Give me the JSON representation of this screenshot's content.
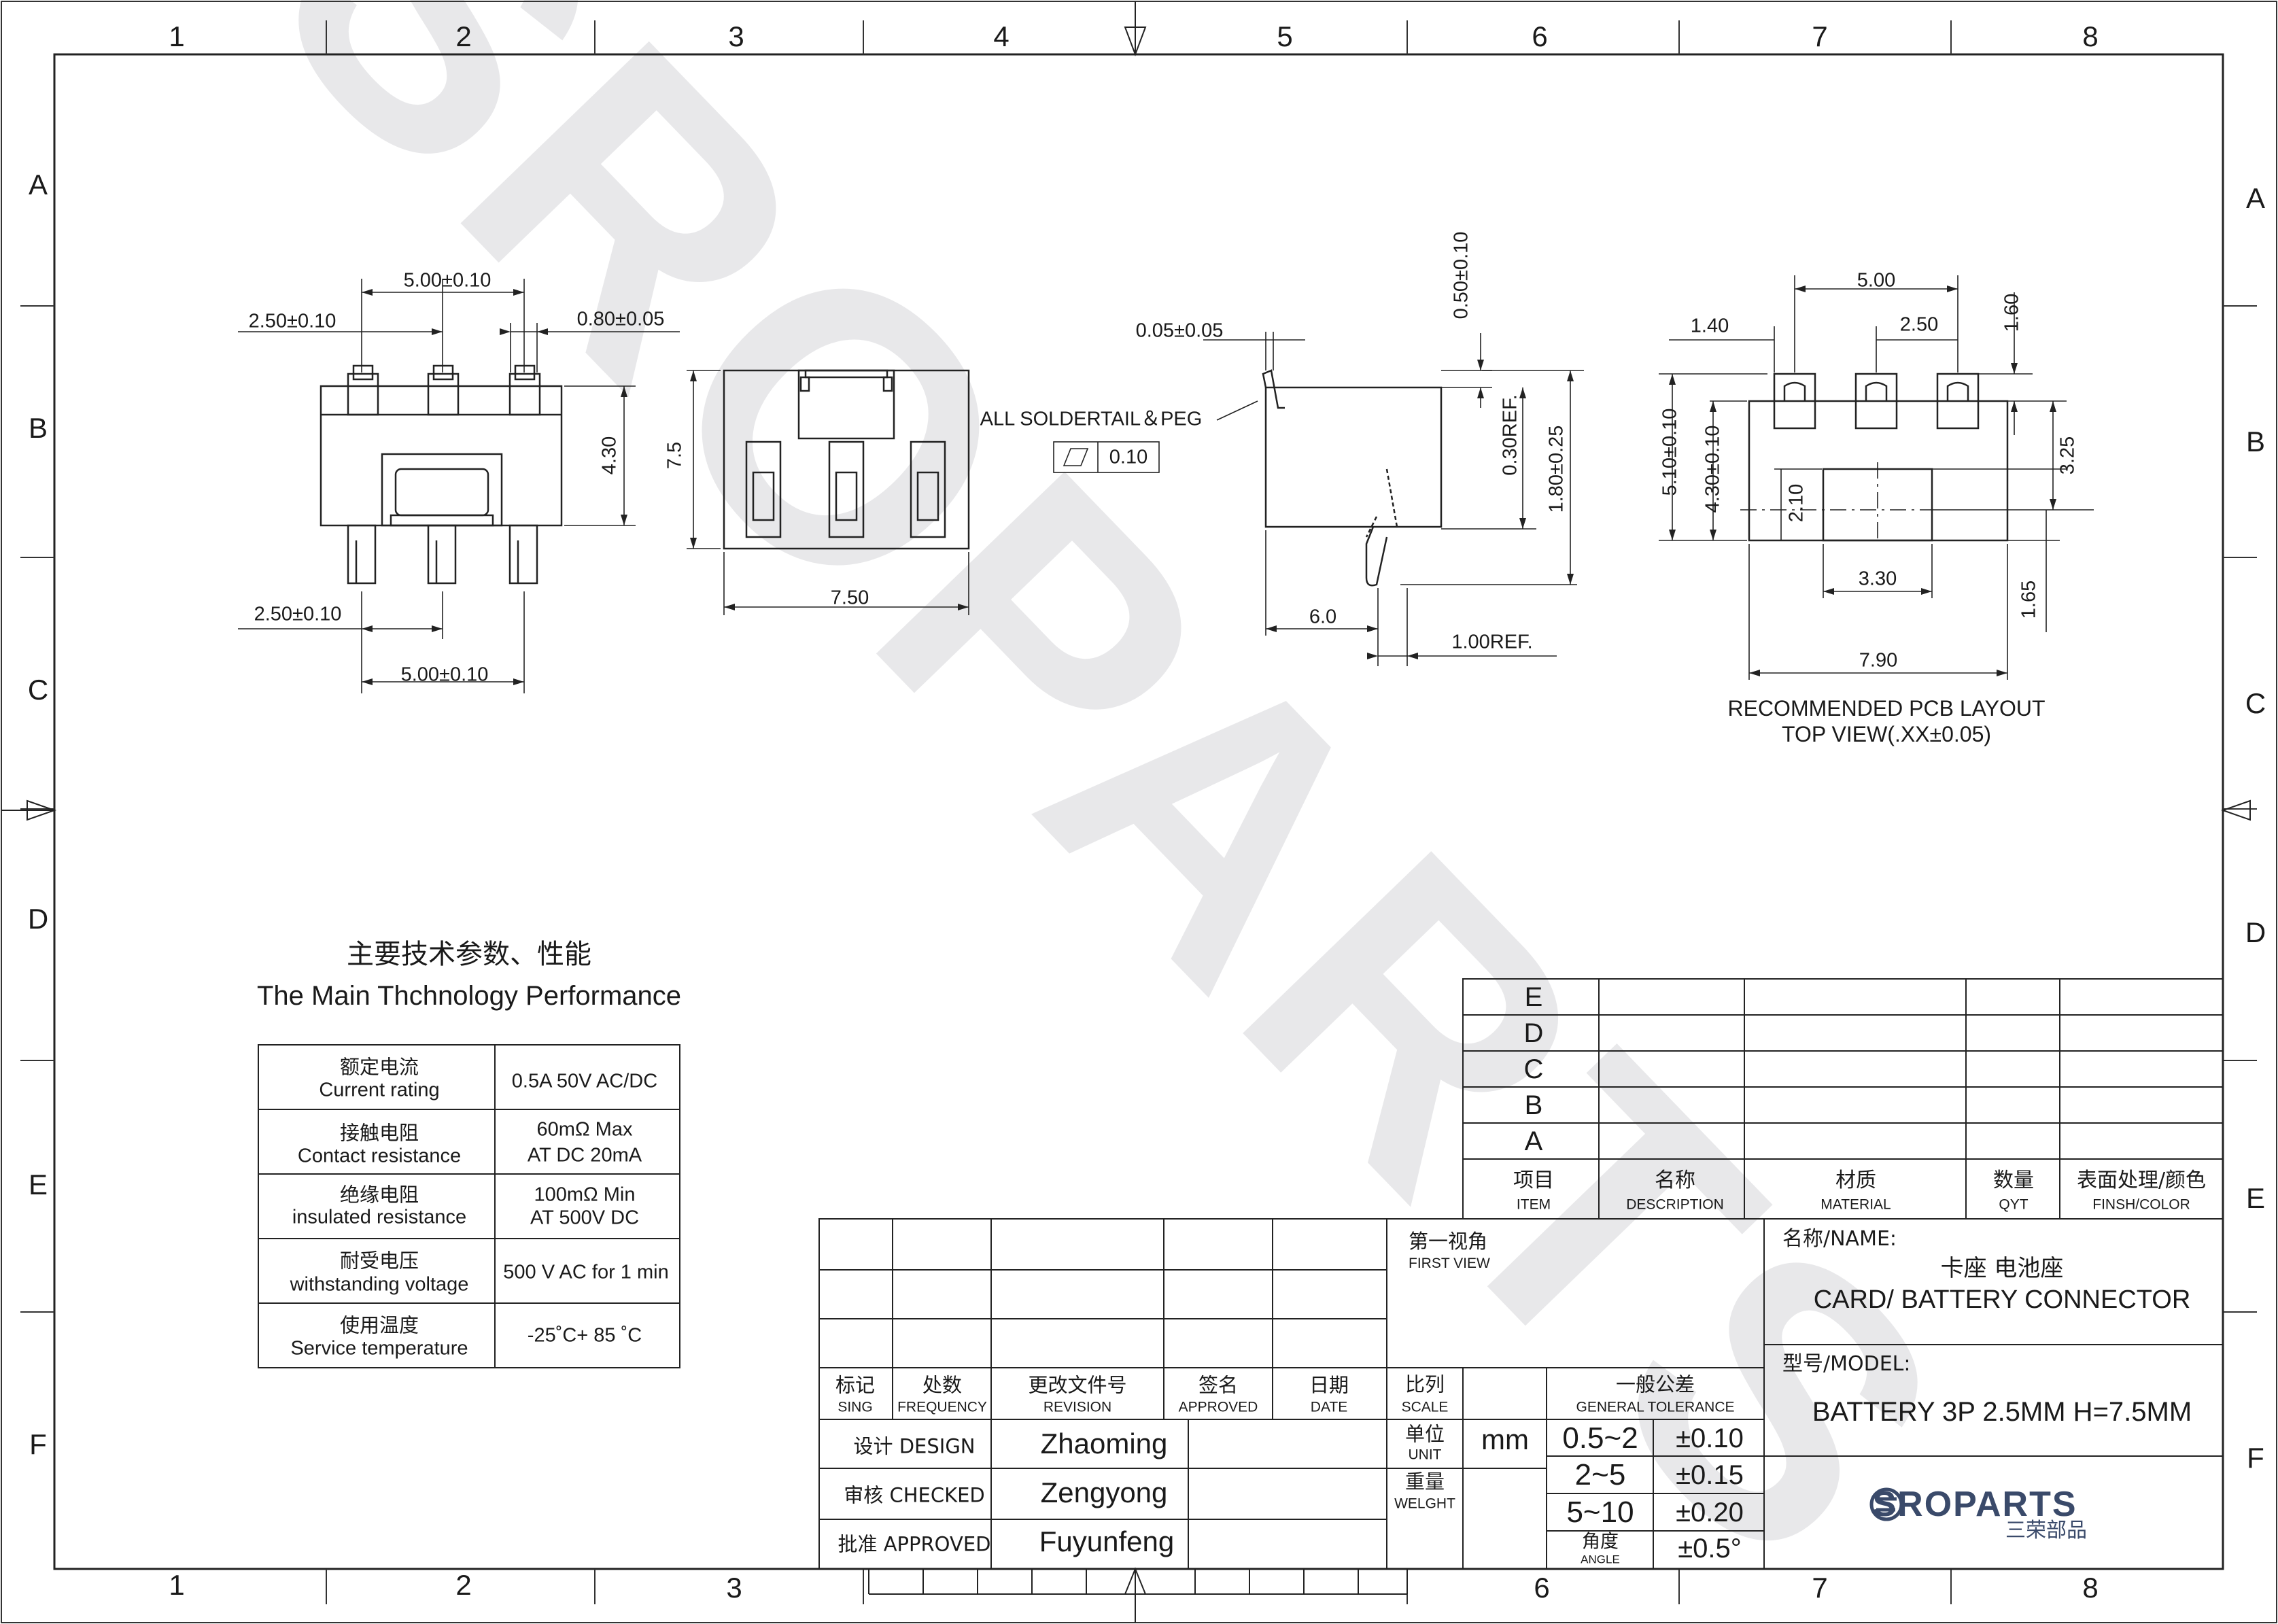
{
  "zones": {
    "columns": [
      "1",
      "2",
      "3",
      "4",
      "5",
      "6",
      "7",
      "8"
    ],
    "rows": [
      "A",
      "B",
      "C",
      "D",
      "E",
      "F"
    ]
  },
  "dimensions": {
    "front_view": {
      "pitch_top": "5.00±0.10",
      "pin_offset_top": "2.50±0.10",
      "pin_width": "0.80±0.05",
      "height": "4.30",
      "pin_offset_bottom": "2.50±0.10",
      "pitch_bottom": "5.00±0.10"
    },
    "second_view": {
      "height": "7.5",
      "width": "7.50"
    },
    "side_view": {
      "tail": "0.05±0.05",
      "soldertail_note": "ALL SOLDERTAIL＆PEG",
      "flatness_symbol": "▱",
      "flatness_value": "0.10",
      "top": "0.50±0.10",
      "ref1": "0.30REF.",
      "overall": "1.80±0.25",
      "body": "6.0",
      "ref2": "1.00REF."
    },
    "pcb_layout": {
      "pitch": "5.00",
      "edge": "1.40",
      "pitch_half": "2.50",
      "pad_h": "1.60",
      "outer_h": "5.10±0.10",
      "inner_h": "4.30±0.10",
      "pad_gap": "3.25",
      "slot_h": "2.10",
      "slot_w": "3.30",
      "bottom": "1.65",
      "width": "7.90",
      "caption_line1": "RECOMMENDED PCB LAYOUT",
      "caption_line2": "TOP VIEW(.XX±0.05)"
    }
  },
  "performance": {
    "title_cn": "主要技术参数、性能",
    "title_en": "The Main Thchnology Performance",
    "rows": [
      {
        "cn": "额定电流",
        "en": "Current rating",
        "value": "0.5A 50V AC/DC"
      },
      {
        "cn": "接触电阻",
        "en": "Contact resistance",
        "value": "60mΩ  Max",
        "value2": "AT DC 20mA"
      },
      {
        "cn": "绝缘电阻",
        "en": "insulated resistance",
        "value": "100mΩ  Min",
        "value2": "AT 500V DC"
      },
      {
        "cn": "耐受电压",
        "en": "withstanding voltage",
        "value": "500 V AC for 1 min"
      },
      {
        "cn": "使用温度",
        "en": "Service temperature",
        "value": "-25˚C+ 85 ˚C"
      }
    ]
  },
  "bom": {
    "rows": [
      "E",
      "D",
      "C",
      "B",
      "A"
    ],
    "headers": [
      {
        "cn": "项目",
        "en": "ITEM"
      },
      {
        "cn": "名称",
        "en": "DESCRIPTION"
      },
      {
        "cn": "材质",
        "en": "MATERIAL"
      },
      {
        "cn": "数量",
        "en": "QYT"
      },
      {
        "cn": "表面处理/颜色",
        "en": "FINSH/COLOR"
      }
    ]
  },
  "revision": {
    "headers": [
      {
        "cn": "标记",
        "en": "SING"
      },
      {
        "cn": "处数",
        "en": "FREQUENCY"
      },
      {
        "cn": "更改文件号",
        "en": "REVISION"
      },
      {
        "cn": "签名",
        "en": "APPROVED"
      },
      {
        "cn": "日期",
        "en": "DATE"
      }
    ],
    "design_label": "设计 DESIGN",
    "design_name": "Zhaoming",
    "checked_label": "审核 CHECKED",
    "checked_name": "Zengyong",
    "approved_label": "批准 APPROVED",
    "approved_name": "Fuyunfeng"
  },
  "projection": {
    "cn": "第一视角",
    "en": "FIRST VIEW"
  },
  "scale": {
    "cn": "比列",
    "en": "SCALE"
  },
  "unit": {
    "cn": "单位",
    "en": "UNIT",
    "value": "mm"
  },
  "weight": {
    "cn": "重量",
    "en": "WELGHT"
  },
  "tolerance": {
    "cn": "一般公差",
    "en": "GENERAL TOLERANCE",
    "rows": [
      {
        "range": "0.5~2",
        "tol": "±0.10"
      },
      {
        "range": "2~5",
        "tol": "±0.15"
      },
      {
        "range": "5~10",
        "tol": "±0.20"
      }
    ],
    "angle_cn": "角度",
    "angle_en": "ANGLE",
    "angle_tol": "±0.5°"
  },
  "name_block": {
    "label": "名称/NAME:",
    "cn": "卡座 电池座",
    "en": "CARD/ BATTERY CONNECTOR"
  },
  "model_block": {
    "label": "型号/MODEL:",
    "value": "BATTERY 3P 2.5MM H=7.5MM"
  },
  "logo": {
    "text": "SROPARTS",
    "cn": "三荣部品"
  },
  "watermark": "SROPARTS"
}
